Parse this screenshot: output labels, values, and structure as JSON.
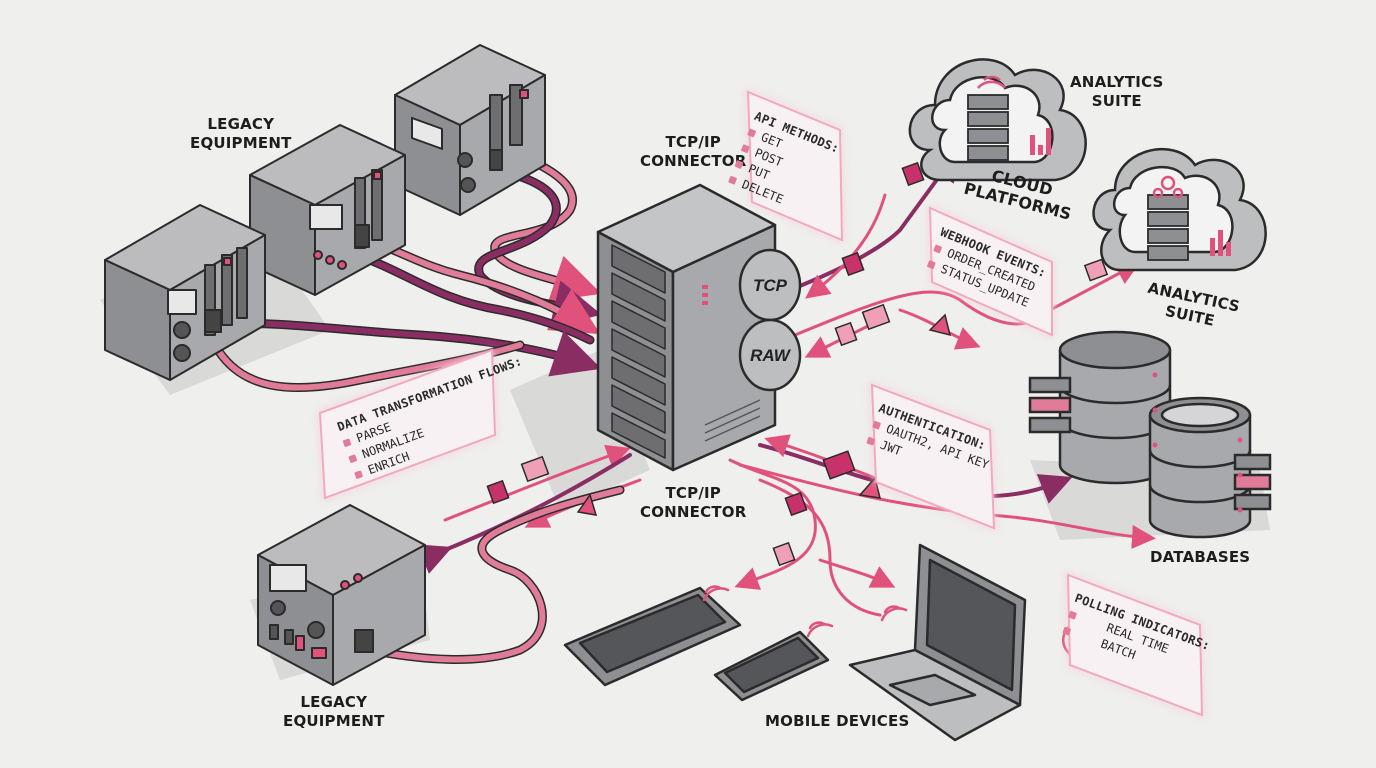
{
  "colors": {
    "background": "#efefed",
    "accent": "#e0527c",
    "accent_dark": "#b0306a",
    "cable_purple": "#8a2d63",
    "device_gray": "#9b9c9f",
    "outline": "#2b2b2b"
  },
  "labels": {
    "legacy_top": [
      "LEGACY",
      "EQUIPMENT"
    ],
    "legacy_bottom": [
      "LEGACY",
      "EQUIPMENT"
    ],
    "connector_top": [
      "TCP/IP",
      "CONNECTOR"
    ],
    "connector_bottom": [
      "TCP/IP",
      "CONNECTOR"
    ],
    "cloud_platforms": [
      "CLOUD",
      "PLATFORMS"
    ],
    "analytics_top": [
      "ANALYTICS",
      "SUITE"
    ],
    "analytics_right": [
      "ANALYTICS",
      "SUITE"
    ],
    "databases": "DATABASES",
    "mobile_devices": "MOBILE DEVICES"
  },
  "badges": {
    "tcp": "TCP",
    "raw": "RAW"
  },
  "notes": {
    "api_methods": {
      "title": "API METHODS:",
      "items": [
        "GET",
        "POST",
        "PUT",
        "DELETE"
      ]
    },
    "webhook_events": {
      "title": "WEBHOOK EVENTS:",
      "items": [
        "ORDER_CREATED",
        "STATUS_UPDATE"
      ]
    },
    "data_transformation": {
      "title": "DATA TRANSFORMATION FLOWS:",
      "items": [
        "PARSE",
        "NORMALIZE",
        "ENRICH"
      ]
    },
    "authentication": {
      "title": "AUTHENTICATION:",
      "items": [
        "OAUTH2, API KEY",
        "JWT"
      ]
    },
    "polling": {
      "title": "POLLING INDICATORS:",
      "items": [
        "REAL TIME",
        "BATCH"
      ]
    }
  },
  "icons": [
    "server-rack-icon",
    "legacy-unit-icon",
    "cloud-icon",
    "database-icon",
    "tablet-icon",
    "phone-icon",
    "laptop-icon",
    "wifi-signal-icon",
    "data-packet-icon"
  ]
}
